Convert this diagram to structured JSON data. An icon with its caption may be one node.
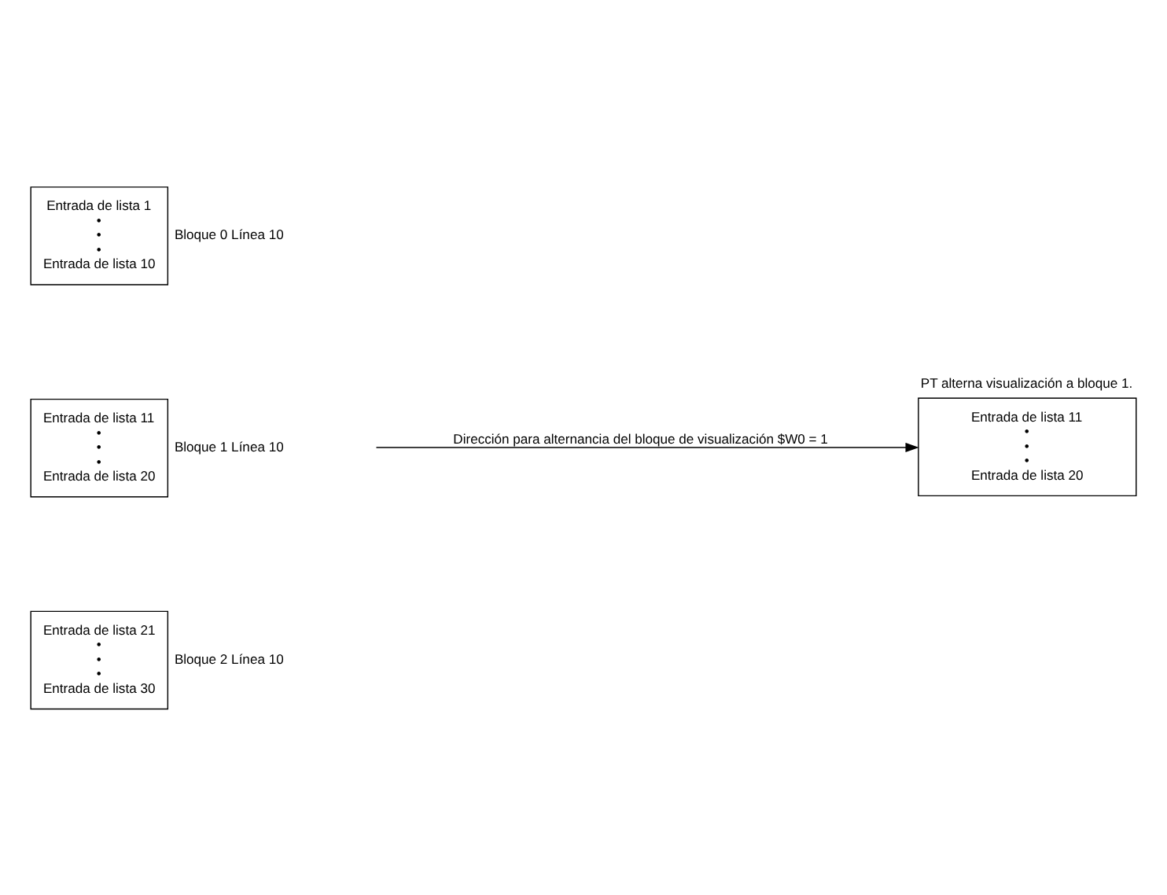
{
  "diagram": {
    "nodes": [
      {
        "text": [
          "Entrada de lista 1",
          "•",
          "•",
          "•",
          "Entrada de lista 10"
        ],
        "beside": [
          "Bloque 0 Línea 10"
        ]
      },
      {
        "text": [
          "Entrada de lista 11",
          "•",
          "•",
          "•",
          "Entrada de lista 20"
        ],
        "beside": [
          "Bloque 1 Línea 10"
        ]
      },
      {
        "text": [
          "Entrada de lista 21",
          "•",
          "•",
          "•",
          "Entrada de lista 30"
        ],
        "beside": [
          "Bloque 2 Línea 10"
        ]
      },
      {
        "text": [
          "Entrada de lista 11",
          "•",
          "•",
          "•",
          "Entrada de lista 20"
        ],
        "beside": [
          "PT alterna visualización a bloque 1."
        ]
      }
    ],
    "edges": [
      {
        "from": null,
        "to": 3,
        "arrow": "to",
        "label": "Dirección para alternancia del bloque de visualización $W0 = 1"
      }
    ]
  }
}
